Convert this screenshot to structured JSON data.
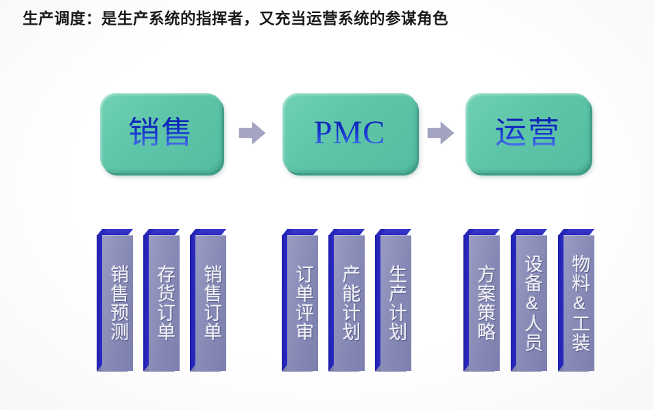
{
  "title": "生产调度：是生产系统的指挥者，又充当运营系统的参谋角色",
  "colors": {
    "stage_fill": "#5ec5a8",
    "stage_edge": "#3f9e85",
    "stage_text": "#1330c8",
    "arrow_fill": "#a3a4c2",
    "bar_face": "#8a8db6",
    "bar_edge": "#2424b2",
    "bar_text": "#f2f2f7",
    "title_text": "#1a1a1a",
    "background": "#ffffff"
  },
  "flow": {
    "stages": [
      {
        "id": "sales",
        "label": "销售",
        "script": "cjk"
      },
      {
        "id": "pmc",
        "label": "PMC",
        "script": "latin"
      },
      {
        "id": "operations",
        "label": "运营",
        "script": "cjk"
      }
    ],
    "arrows": [
      {
        "id": "arrow-sales-to-pmc",
        "icon": "arrow-right-icon"
      },
      {
        "id": "arrow-pmc-to-operations",
        "icon": "arrow-right-icon"
      }
    ]
  },
  "groups": [
    {
      "id": "sales-inputs",
      "bars": [
        {
          "id": "sales-forecast",
          "label": "销售预测"
        },
        {
          "id": "stock-order",
          "label": "存货订单"
        },
        {
          "id": "sales-order",
          "label": "销售订单"
        }
      ]
    },
    {
      "id": "pmc-activities",
      "bars": [
        {
          "id": "order-review",
          "label": "订单评审"
        },
        {
          "id": "capacity-plan",
          "label": "产能计划"
        },
        {
          "id": "production-plan",
          "label": "生产计划"
        }
      ]
    },
    {
      "id": "operations-resources",
      "bars": [
        {
          "id": "scheme-strategy",
          "label": "方案策略"
        },
        {
          "id": "equipment-people",
          "label": "设备&人员"
        },
        {
          "id": "material-tooling",
          "label": "物料&工装"
        }
      ]
    }
  ]
}
